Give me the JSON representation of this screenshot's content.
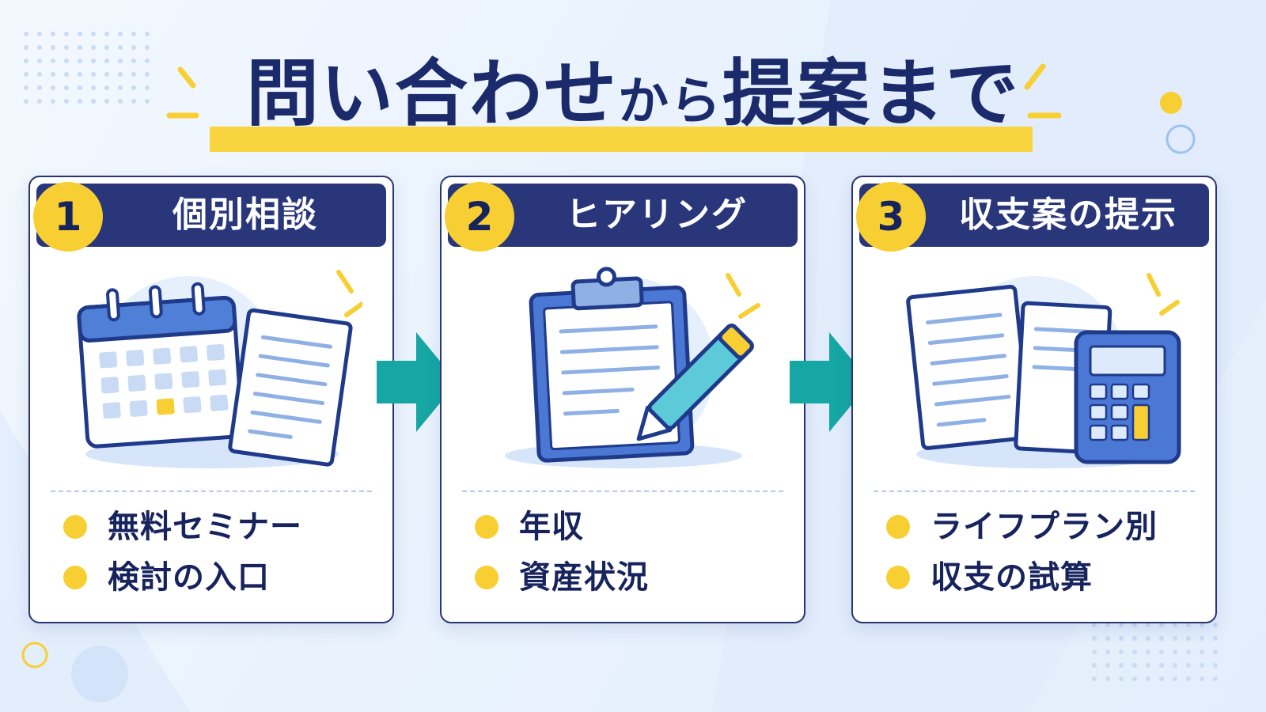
{
  "title": {
    "main": "問い合わせ",
    "connector": "から",
    "end": "提案まで"
  },
  "steps": [
    {
      "number": "1",
      "title": "個別相談",
      "bullets": [
        "無料セミナー",
        "検討の入口"
      ],
      "illustration": "calendar-document"
    },
    {
      "number": "2",
      "title": "ヒアリング",
      "bullets": [
        "年収",
        "資産状況"
      ],
      "illustration": "clipboard-pencil"
    },
    {
      "number": "3",
      "title": "収支案の提示",
      "bullets": [
        "ライフプラン別",
        "収支の試算"
      ],
      "illustration": "documents-calculator"
    }
  ],
  "colors": {
    "navy": "#29367a",
    "yellow": "#f8cf33",
    "teal": "#16a6a3",
    "text": "#17235d",
    "light_blue": "#dceafb"
  }
}
